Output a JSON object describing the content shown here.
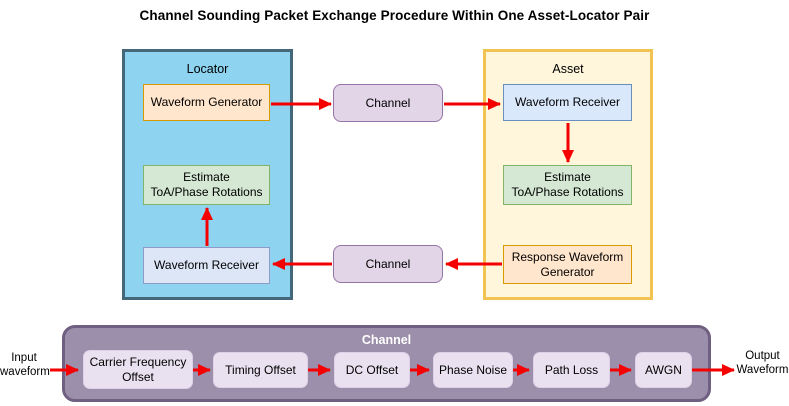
{
  "title": "Channel Sounding Packet Exchange Procedure Within One Asset-Locator Pair",
  "locator": {
    "label": "Locator",
    "waveform_generator": "Waveform Generator",
    "estimate_line1": "Estimate",
    "estimate_line2": "ToA/Phase Rotations",
    "waveform_receiver": "Waveform Receiver"
  },
  "asset": {
    "label": "Asset",
    "waveform_receiver": "Waveform Receiver",
    "estimate_line1": "Estimate",
    "estimate_line2": "ToA/Phase Rotations",
    "response_generator_line1": "Response Waveform",
    "response_generator_line2": "Generator"
  },
  "channel_forward": {
    "label": "Channel"
  },
  "channel_return": {
    "label": "Channel"
  },
  "channel_model": {
    "label": "Channel",
    "input_line1": "Input",
    "input_line2": "waveform",
    "output_line1": "Output",
    "output_line2": "Waveform",
    "stages": [
      "Carrier Frequency Offset",
      "Timing Offset",
      "DC Offset",
      "Phase Noise",
      "Path Loss",
      "AWGN"
    ]
  },
  "colors": {
    "arrow": "#F50000",
    "locator_fill": "#8ED3F0",
    "locator_border": "#446879",
    "asset_fill": "#FFF6DC",
    "asset_border": "#F0C352",
    "orange_fill": "#FFE6CC",
    "orange_border": "#D79B00",
    "green_fill": "#D5E8D4",
    "green_border": "#82B366",
    "blue_fill": "#DAE8FC",
    "blue_border": "#6C8EBF",
    "bluegray_fill": "#DCE6F7",
    "bluegray_border": "#8C9CC6",
    "purple_fill": "#E1D5E7",
    "purple_border": "#9673A6",
    "channel_model_fill": "#9C8FAB",
    "channel_model_border": "#6F5F80",
    "stage_fill": "#E9E1F0",
    "stage_border": "#DCD1E7"
  }
}
